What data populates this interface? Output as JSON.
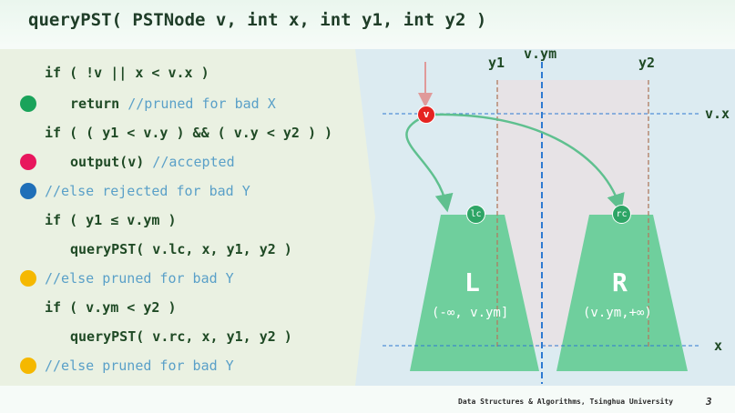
{
  "title": "queryPST( PSTNode v, int x, int y1, int y2 )",
  "code": {
    "l1": "if ( !v || x < v.x )",
    "l2_code": "return",
    "l2_comment": " //pruned for bad X",
    "l3": "if ( ( y1 < v.y ) && ( v.y < y2 ) )",
    "l4_code": "output(v)",
    "l4_comment": " //accepted",
    "l5": "//else rejected for bad Y",
    "l6": "if ( y1 ≤ v.ym )",
    "l7": "queryPST( v.lc, x, y1, y2 )",
    "l8": "//else pruned for bad Y",
    "l9": "if ( v.ym < y2 )",
    "l10": "queryPST( v.rc, x, y1, y2 )",
    "l11": "//else pruned for bad Y"
  },
  "colors": {
    "green_dot": "#1aa35a",
    "pink_dot": "#e8175d",
    "blue_dot": "#1f6fb8",
    "yellow_dot": "#f5b800",
    "node_red": "#e52421",
    "tree_green": "#6fcf9d",
    "node_green": "#2ea566"
  },
  "diagram": {
    "label_y1": "y1",
    "label_vym": "v.ym",
    "label_y2": "y2",
    "label_vx": "v.x",
    "label_x": "x",
    "node_v": "v",
    "node_lc": "lc",
    "node_rc": "rc",
    "tree_L": "L",
    "tree_L_range": "(-∞, v.ym]",
    "tree_R": "R",
    "tree_R_range": "(v.ym,+∞)"
  },
  "footer": {
    "credit": "Data Structures & Algorithms, Tsinghua University",
    "page": "3"
  }
}
